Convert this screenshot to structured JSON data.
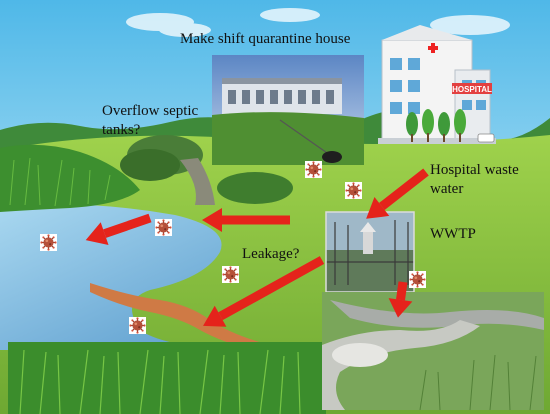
{
  "labels": {
    "quarantine": "Make shift quarantine house",
    "septic_line1": "Overflow septic",
    "septic_line2": "tanks?",
    "hospital_line1": "Hospital waste",
    "hospital_line2": "water",
    "wwtp": "WWTP",
    "leakage": "Leakage?"
  },
  "hospital_sign": "HOSPITAL",
  "colors": {
    "sky_top": "#4fb8e8",
    "sky_bottom": "#e3f6fb",
    "grass": "#8cc63f",
    "river": "#6fb2dc",
    "arrow": "#e5231b",
    "virus": "#b5503a"
  },
  "icons": [
    "virus-icon",
    "flow-arrow"
  ]
}
